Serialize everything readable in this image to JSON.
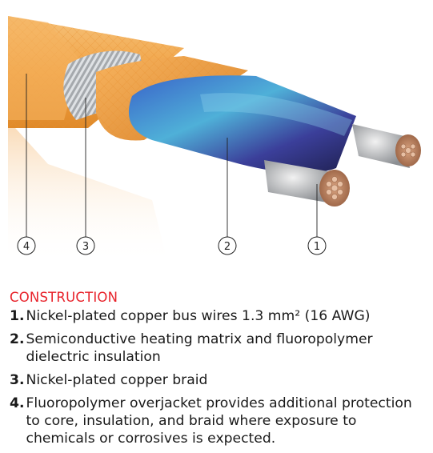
{
  "callouts": [
    "4",
    "3",
    "2",
    "1"
  ],
  "construction": {
    "heading": "CONSTRUCTION",
    "items": [
      {
        "num": "1.",
        "text": "Nickel-plated copper bus wires 1.3 mm² (16 AWG)"
      },
      {
        "num": "2.",
        "text": "Semiconductive heating matrix and fluoropolymer dielectric insulation"
      },
      {
        "num": "3.",
        "text": "Nickel-plated copper braid"
      },
      {
        "num": "4.",
        "text": "Fluoropolymer overjacket provides additional protection to core, insulation, and braid where exposure to chemicals or corrosives is expected."
      }
    ]
  },
  "colors": {
    "heading": "#e8232b",
    "jacket": "#f0a244",
    "matrix": "#2d3f9e",
    "braid": "#b9bcc0"
  }
}
